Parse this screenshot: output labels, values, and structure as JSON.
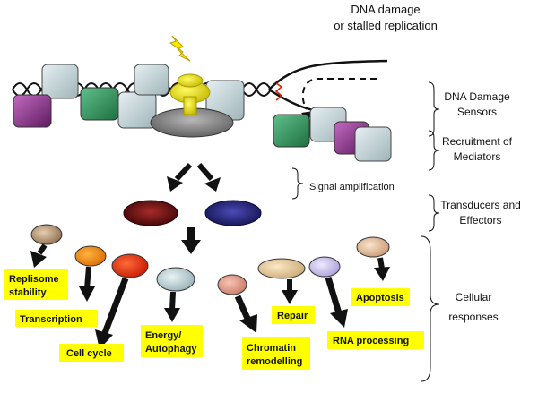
{
  "title": {
    "line1": "DNA damage",
    "line2": "or stalled replication"
  },
  "stages": {
    "sensors": {
      "line1": "DNA Damage",
      "line2": "Sensors"
    },
    "mediators": {
      "line1": "Recruitment of",
      "line2": "Mediators"
    },
    "amplification": {
      "line1": "Signal amplification"
    },
    "transducers": {
      "line1": "Transducers and",
      "line2": "Effectors"
    },
    "responses": {
      "line1": "Cellular",
      "line2": "responses"
    }
  },
  "outcomes": {
    "replisome": {
      "line1": "Replisome",
      "line2": "stability"
    },
    "transcription": {
      "line1": "Transcription"
    },
    "cell_cycle": {
      "line1": "Cell cycle"
    },
    "energy": {
      "line1": "Energy/",
      "line2": "Autophagy"
    },
    "chromatin": {
      "line1": "Chromatin",
      "line2": "remodelling"
    },
    "repair": {
      "line1": "Repair"
    },
    "rna": {
      "line1": "RNA processing"
    },
    "apoptosis": {
      "line1": "Apoptosis"
    }
  },
  "colors": {
    "label_fill": "#ffff00",
    "transducer_red": "#6e1010",
    "transducer_blue": "#23237e",
    "nucleosome": "#cfdfe2",
    "sensor_green": "#2e8b55",
    "sensor_purple": "#8a2f8a",
    "clamp_yellow": "#e8e000",
    "platform_grey": "#8a8a8a"
  }
}
